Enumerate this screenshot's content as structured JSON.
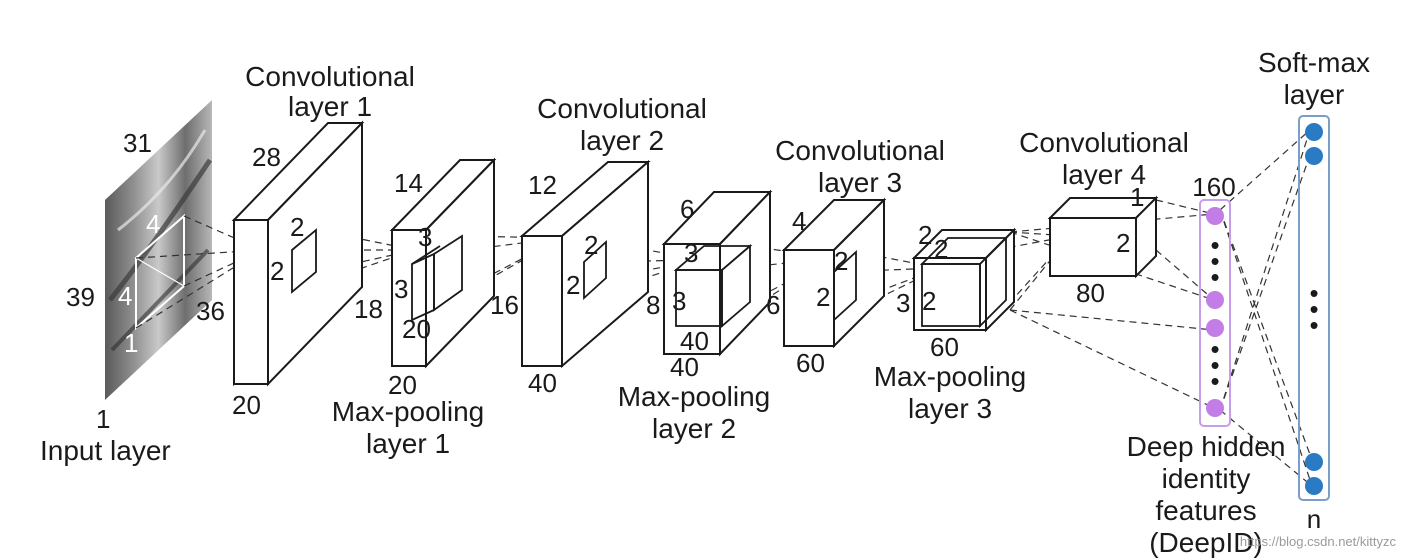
{
  "labels": {
    "input_layer": "Input layer",
    "conv1": [
      "Convolutional",
      "layer 1"
    ],
    "pool1": [
      "Max-pooling",
      "layer 1"
    ],
    "conv2": [
      "Convolutional",
      "layer 2"
    ],
    "pool2": [
      "Max-pooling",
      "layer 2"
    ],
    "conv3": [
      "Convolutional",
      "layer 3"
    ],
    "pool3": [
      "Max-pooling",
      "layer 3"
    ],
    "conv4": [
      "Convolutional",
      "layer 4"
    ],
    "softmax": [
      "Soft-max",
      "layer"
    ],
    "deepid": [
      "Deep hidden",
      "identity",
      "features",
      "(DeepID)"
    ],
    "n": "n",
    "dots": "•"
  },
  "dims": {
    "input": {
      "width": "31",
      "height": "39",
      "depth": "1",
      "kernel_a": "4",
      "kernel_b": "4",
      "kernel_c": "1"
    },
    "conv1": {
      "width": "28",
      "height": "36",
      "depth": "20",
      "kernel_a": "2",
      "kernel_b": "2"
    },
    "pool1": {
      "width": "14",
      "height": "18",
      "depth": "20",
      "kernel_a": "3",
      "kernel_b": "3",
      "kernel_c": "20"
    },
    "conv2": {
      "width": "12",
      "height": "16",
      "depth": "40",
      "kernel_a": "2",
      "kernel_b": "2"
    },
    "pool2": {
      "width": "6",
      "height": "8",
      "depth": "40",
      "kernel_a": "3",
      "kernel_b": "3",
      "kernel_c": "40"
    },
    "conv3": {
      "width": "4",
      "height": "6",
      "depth": "60",
      "kernel_a": "2",
      "kernel_b": "2"
    },
    "pool3": {
      "width": "2",
      "height": "3",
      "depth": "60",
      "kernel_a": "2",
      "kernel_b": "2"
    },
    "conv4": {
      "width": "1",
      "height": "2",
      "depth": "80"
    },
    "deepid": {
      "size": "160"
    }
  },
  "colors": {
    "deepid_node": "#c27ee6",
    "deepid_box": "#c79ce8",
    "softmax_node": "#2b7bc4",
    "softmax_box": "#7a9ec7"
  },
  "watermark": "https://blog.csdn.net/kittyzc"
}
